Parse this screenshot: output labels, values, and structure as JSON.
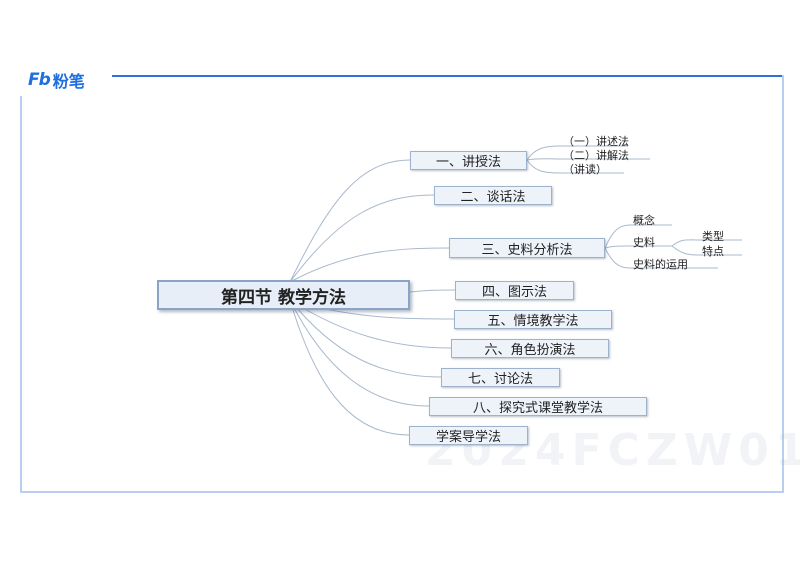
{
  "brand": {
    "logo": "Fb",
    "name": "粉笔"
  },
  "root": "第四节 教学方法",
  "branches": [
    "一、讲授法",
    "二、谈话法",
    "三、史料分析法",
    "四、图示法",
    "五、情境教学法",
    "六、角色扮演法",
    "七、讨论法",
    "八、探究式课堂教学法",
    "学案导学法"
  ],
  "sub1": [
    "（一）讲述法",
    "（二）讲解法",
    "（讲读）"
  ],
  "sub3": [
    "概念",
    "史料",
    "史料的运用"
  ],
  "sub3b": [
    "类型",
    "特点"
  ],
  "watermark": "2024FCZW01",
  "colors": {
    "brand": "#1f6fe0",
    "line": "#a9b9cc",
    "node_bg": "#eef3fa"
  }
}
